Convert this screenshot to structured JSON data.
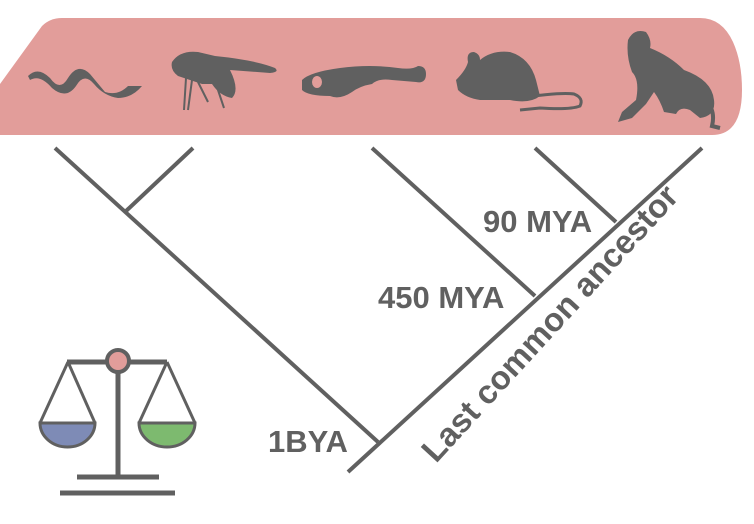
{
  "colors": {
    "band": "#e29d9a",
    "ink": "#606060",
    "left_pan": "#7e8bb6",
    "right_pan": "#7dba6f",
    "pivot": "#e29d9a"
  },
  "organisms": [
    "worm-icon",
    "fly-icon",
    "fish-icon",
    "mouse-icon",
    "monkey-icon"
  ],
  "labels": {
    "node_90": "90 MYA",
    "node_450": "450 MYA",
    "node_1b": "1BYA",
    "axis": "Last common ancestor"
  }
}
